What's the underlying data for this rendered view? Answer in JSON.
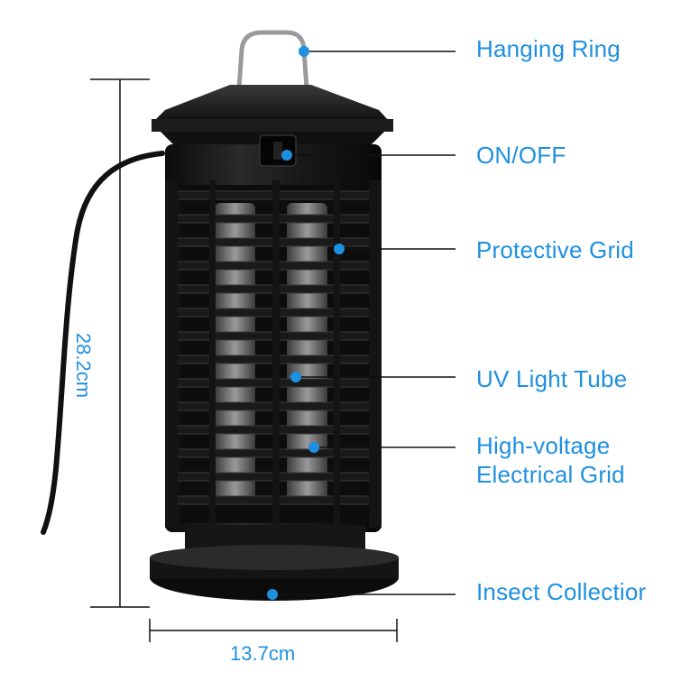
{
  "callouts": {
    "hanging_ring": "Hanging Ring",
    "on_off": "ON/OFF",
    "protective_grid": "Protective Grid",
    "uv_light_tube": "UV Light Tube",
    "high_voltage_line1": "High-voltage",
    "high_voltage_line2": "Electrical Grid",
    "insect_collection": "Insect Collectior"
  },
  "dimensions": {
    "height": "28.2cm",
    "width": "13.7cm"
  },
  "colors": {
    "accent": "#1e90e0",
    "lamp_body": "#1b1b1b",
    "line": "#111111"
  }
}
